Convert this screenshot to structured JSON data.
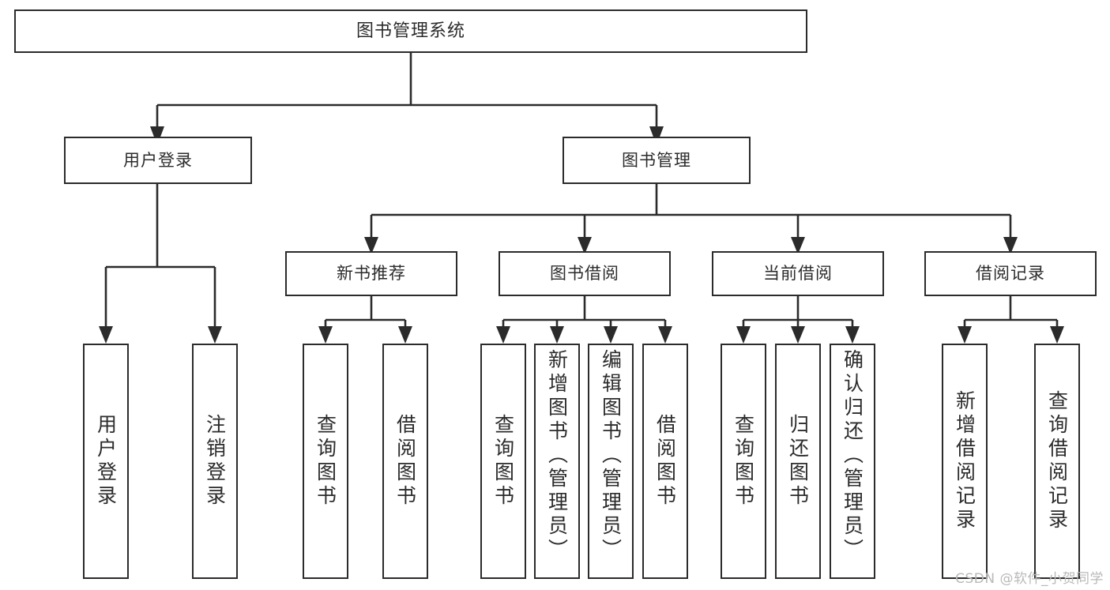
{
  "diagram": {
    "title": "图书管理系统",
    "type": "tree-hierarchy-diagram",
    "watermark": "CSDN @软件_小贺同学",
    "colors": {
      "stroke": "#2b2b2b",
      "background": "#ffffff",
      "watermark": "#b9b9b9"
    },
    "nodes": {
      "root": {
        "label": "图书管理系统"
      },
      "level2": [
        {
          "label": "用户登录"
        },
        {
          "label": "图书管理"
        }
      ],
      "level3": [
        {
          "label": "新书推荐"
        },
        {
          "label": "图书借阅"
        },
        {
          "label": "当前借阅"
        },
        {
          "label": "借阅记录"
        }
      ],
      "leaves": [
        {
          "label": "用户登录",
          "parent": "用户登录",
          "vertical": true,
          "align": "center"
        },
        {
          "label": "注销登录",
          "parent": "用户登录",
          "vertical": true,
          "align": "center"
        },
        {
          "label": "查询图书",
          "parent": "新书推荐",
          "vertical": true,
          "align": "center"
        },
        {
          "label": "借阅图书",
          "parent": "新书推荐",
          "vertical": true,
          "align": "center"
        },
        {
          "label": "查询图书",
          "parent": "图书借阅",
          "vertical": true,
          "align": "center"
        },
        {
          "label": "新增图书（管理员）",
          "parent": "图书借阅",
          "vertical": true,
          "align": "top"
        },
        {
          "label": "编辑图书（管理员）",
          "parent": "图书借阅",
          "vertical": true,
          "align": "top"
        },
        {
          "label": "借阅图书",
          "parent": "图书借阅",
          "vertical": true,
          "align": "center"
        },
        {
          "label": "查询图书",
          "parent": "当前借阅",
          "vertical": true,
          "align": "center"
        },
        {
          "label": "归还图书",
          "parent": "当前借阅",
          "vertical": true,
          "align": "center"
        },
        {
          "label": "确认归还（管理员）",
          "parent": "当前借阅",
          "vertical": true,
          "align": "top"
        },
        {
          "label": "新增借阅记录",
          "parent": "借阅记录",
          "vertical": true,
          "align": "center"
        },
        {
          "label": "查询借阅记录",
          "parent": "借阅记录",
          "vertical": true,
          "align": "center"
        }
      ]
    }
  }
}
